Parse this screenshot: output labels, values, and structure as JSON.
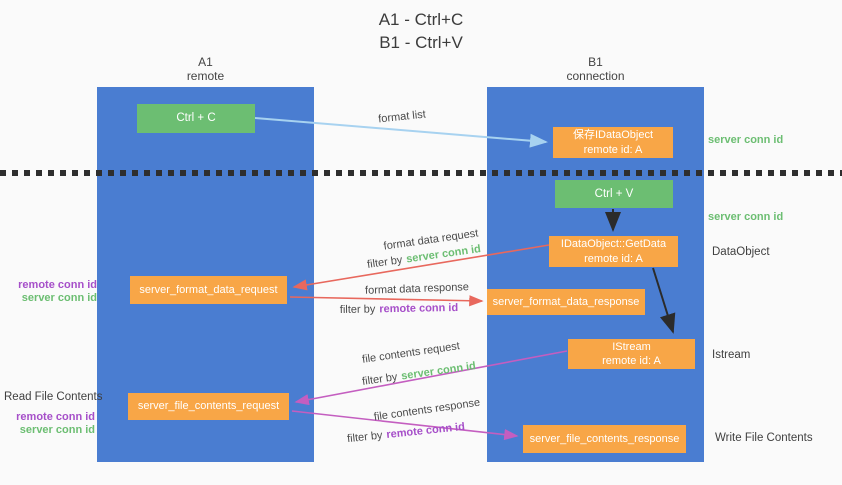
{
  "title": {
    "line1": "A1 - Ctrl+C",
    "line2": "B1 - Ctrl+V"
  },
  "columns": {
    "a1": {
      "name": "A1",
      "subtitle": "remote"
    },
    "b1": {
      "name": "B1",
      "subtitle": "connection"
    }
  },
  "boxes": {
    "ctrl_c": {
      "label": "Ctrl + C"
    },
    "save_idataobject": {
      "line1": "保存IDataObject",
      "line2": "remote id: A"
    },
    "ctrl_v": {
      "label": "Ctrl + V"
    },
    "getdata": {
      "line1": "IDataObject::GetData",
      "line2": "remote id: A"
    },
    "format_request": {
      "label": "server_format_data_request"
    },
    "format_response": {
      "label": "server_format_data_response"
    },
    "istream": {
      "line1": "IStream",
      "line2": "remote id: A"
    },
    "file_request": {
      "label": "server_file_contents_request"
    },
    "file_response": {
      "label": "server_file_contents_response"
    }
  },
  "arrow_labels": {
    "format_list": "format list",
    "format_data_request": "format data request",
    "format_data_response": "format data response",
    "file_contents_request": "file contents request",
    "file_contents_response": "file contents response",
    "filter_by": "filter by",
    "server_conn_id": "server conn id",
    "remote_conn_id": "remote conn id"
  },
  "side_labels": {
    "right": [
      {
        "text": "server conn id"
      },
      {
        "text": "server conn id"
      },
      {
        "text": "DataObject"
      },
      {
        "text": "Istream"
      },
      {
        "text": "Write File Contents"
      }
    ],
    "left": {
      "remote_conn_id_1": "remote conn id",
      "server_conn_id_1": "server conn id",
      "read_file_contents": "Read File Contents",
      "remote_conn_id_2": "remote conn id",
      "server_conn_id_2": "server conn id"
    }
  },
  "colors": {
    "lifeline_blue": "#4a7dd1",
    "box_green": "#6cbe72",
    "box_orange": "#f8a647",
    "arrow_lightblue": "#a7d2f0",
    "arrow_red": "#e8685d",
    "arrow_magenta": "#c45ec0",
    "arrow_black": "#2b2b2b",
    "label_green": "#6cbe72",
    "label_purple": "#a64fc9"
  }
}
